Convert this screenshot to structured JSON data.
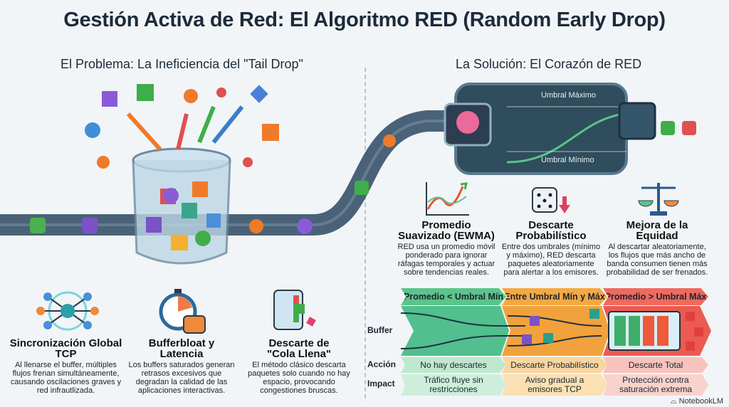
{
  "title": "Gestión Activa de Red: El Algoritmo RED (Random Early Drop)",
  "left": {
    "subtitle": "El Problema: La Ineficiencia del \"Tail Drop\"",
    "features": [
      {
        "icon": "network-sync-icon",
        "title": "Sincronización Global TCP",
        "text": "Al llenarse el buffer, múltiples flujos frenan simultáneamente, causando oscilaciones graves y red infrautlizada."
      },
      {
        "icon": "stopwatch-icon",
        "title": "Bufferbloat y Latencia",
        "text": "Los buffers saturados generan retrasos excesivos que degradan la calidad de las aplicaciones interactivas."
      },
      {
        "icon": "full-queue-icon",
        "title": "Descarte de \"Cola Llena\"",
        "text": "El método clásico descarta paquetes solo cuando no hay espacio, provocando congestiones bruscas."
      }
    ]
  },
  "right": {
    "subtitle": "La Solución: El Corazón de RED",
    "tube": {
      "max_label": "Umbral Máximo",
      "min_label": "Umbral Mínimo"
    },
    "features": [
      {
        "icon": "trend-chart-icon",
        "title": "Promedio Suavizado (EWMA)",
        "text": "RED usa un promedio móvil ponderado para ignorar ráfagas temporales y actuar sobre tendencias reales."
      },
      {
        "icon": "dice-icon",
        "title": "Descarte Probabilístico",
        "text": "Entre dos umbrales (mínimo y máximo), RED descarta paquetes aleatoriamente para alertar a los emisores."
      },
      {
        "icon": "scales-icon",
        "title": "Mejora de la Equidad",
        "text": "Al descartar aleatoriamente, los flujos que más ancho de banda consumen tienen más probabilidad de ser frenados."
      }
    ]
  },
  "table": {
    "row_labels": {
      "buffer": "Buffer",
      "action": "Acción",
      "impact": "Impact"
    },
    "columns": [
      {
        "header": "Promedio < Umbral Mín",
        "action": "No hay descartes",
        "impact": "Tráfico fluye sin restricciones",
        "color": "#5cc48a"
      },
      {
        "header": "Entre Umbral Mín y Máx",
        "action": "Descarte Probabilístico",
        "impact": "Aviso gradual a emisores TCP",
        "color": "#f3a944"
      },
      {
        "header": "Promedio > Umbral Máx",
        "action": "Descarte Total",
        "impact": "Protección contra saturación extrema",
        "color": "#ee5a5a"
      }
    ]
  },
  "brand": "NotebookLM"
}
